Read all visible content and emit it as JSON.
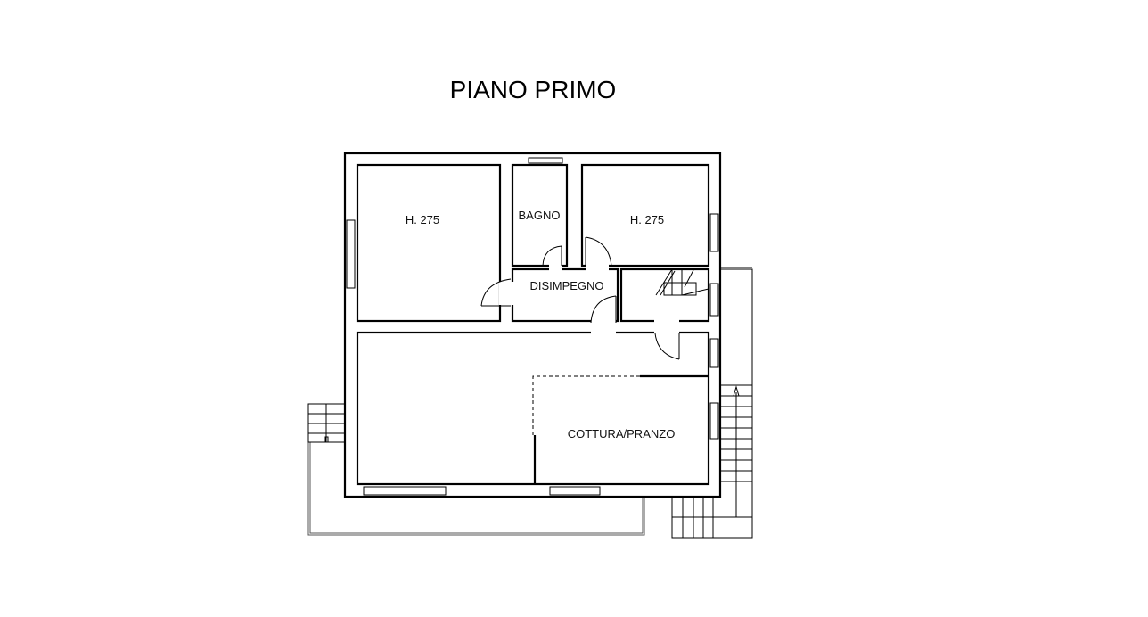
{
  "title": "PIANO PRIMO",
  "rooms": {
    "bedroom_left": "H. 275",
    "bathroom": "BAGNO",
    "bedroom_right": "H. 275",
    "hallway": "DISIMPEGNO",
    "kitchen_dining": "COTTURA/PRANZO"
  }
}
